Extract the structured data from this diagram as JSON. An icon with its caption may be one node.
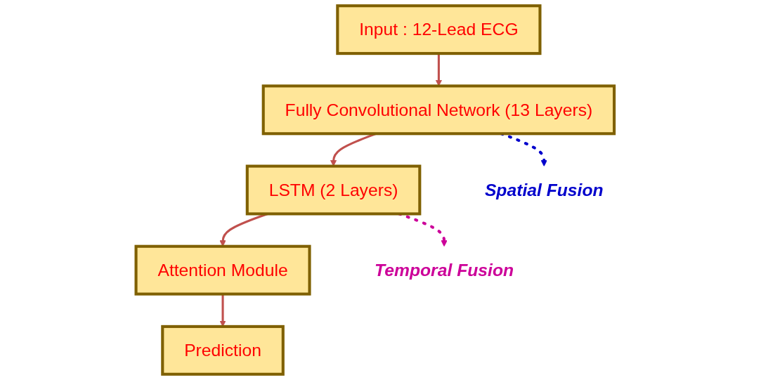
{
  "diagram": {
    "nodes": [
      {
        "text": [
          "Input : 12-Lead ECG"
        ]
      },
      {
        "text": [
          "Fully Convolutional Network (13 Layers)"
        ]
      },
      {
        "text": [
          "LSTM (2 Layers)"
        ]
      },
      {
        "text": [
          "Attention Module"
        ]
      },
      {
        "text": [
          "Prediction"
        ]
      },
      {
        "text": [
          "Spatial Fusion"
        ]
      },
      {
        "text": [
          "Temporal Fusion"
        ]
      }
    ],
    "edges": [
      {
        "from": 0,
        "to": 1,
        "arrow": "to"
      },
      {
        "from": 1,
        "to": 2,
        "arrow": "to"
      },
      {
        "from": 2,
        "to": 3,
        "arrow": "to"
      },
      {
        "from": 3,
        "to": 4,
        "arrow": "to"
      },
      {
        "from": 1,
        "to": 5,
        "arrow": "to",
        "style": "dashed",
        "color": "#0000cc"
      },
      {
        "from": 2,
        "to": 6,
        "arrow": "to",
        "style": "dashed",
        "color": "#cc0099"
      }
    ]
  }
}
